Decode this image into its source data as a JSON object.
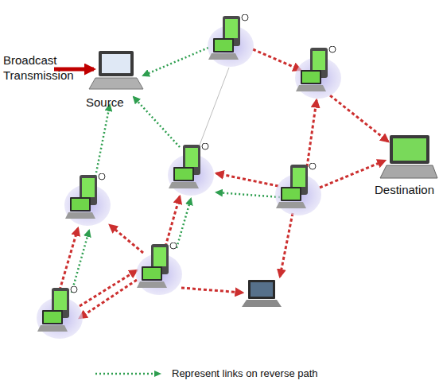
{
  "diagram": {
    "nodes": [
      {
        "text": [
          "Source"
        ]
      },
      {
        "text": [
          "Destination"
        ]
      }
    ],
    "labels": [
      "Broadcast Transmission"
    ],
    "legend": [
      {
        "text": "Represent links on reverse path"
      }
    ]
  }
}
